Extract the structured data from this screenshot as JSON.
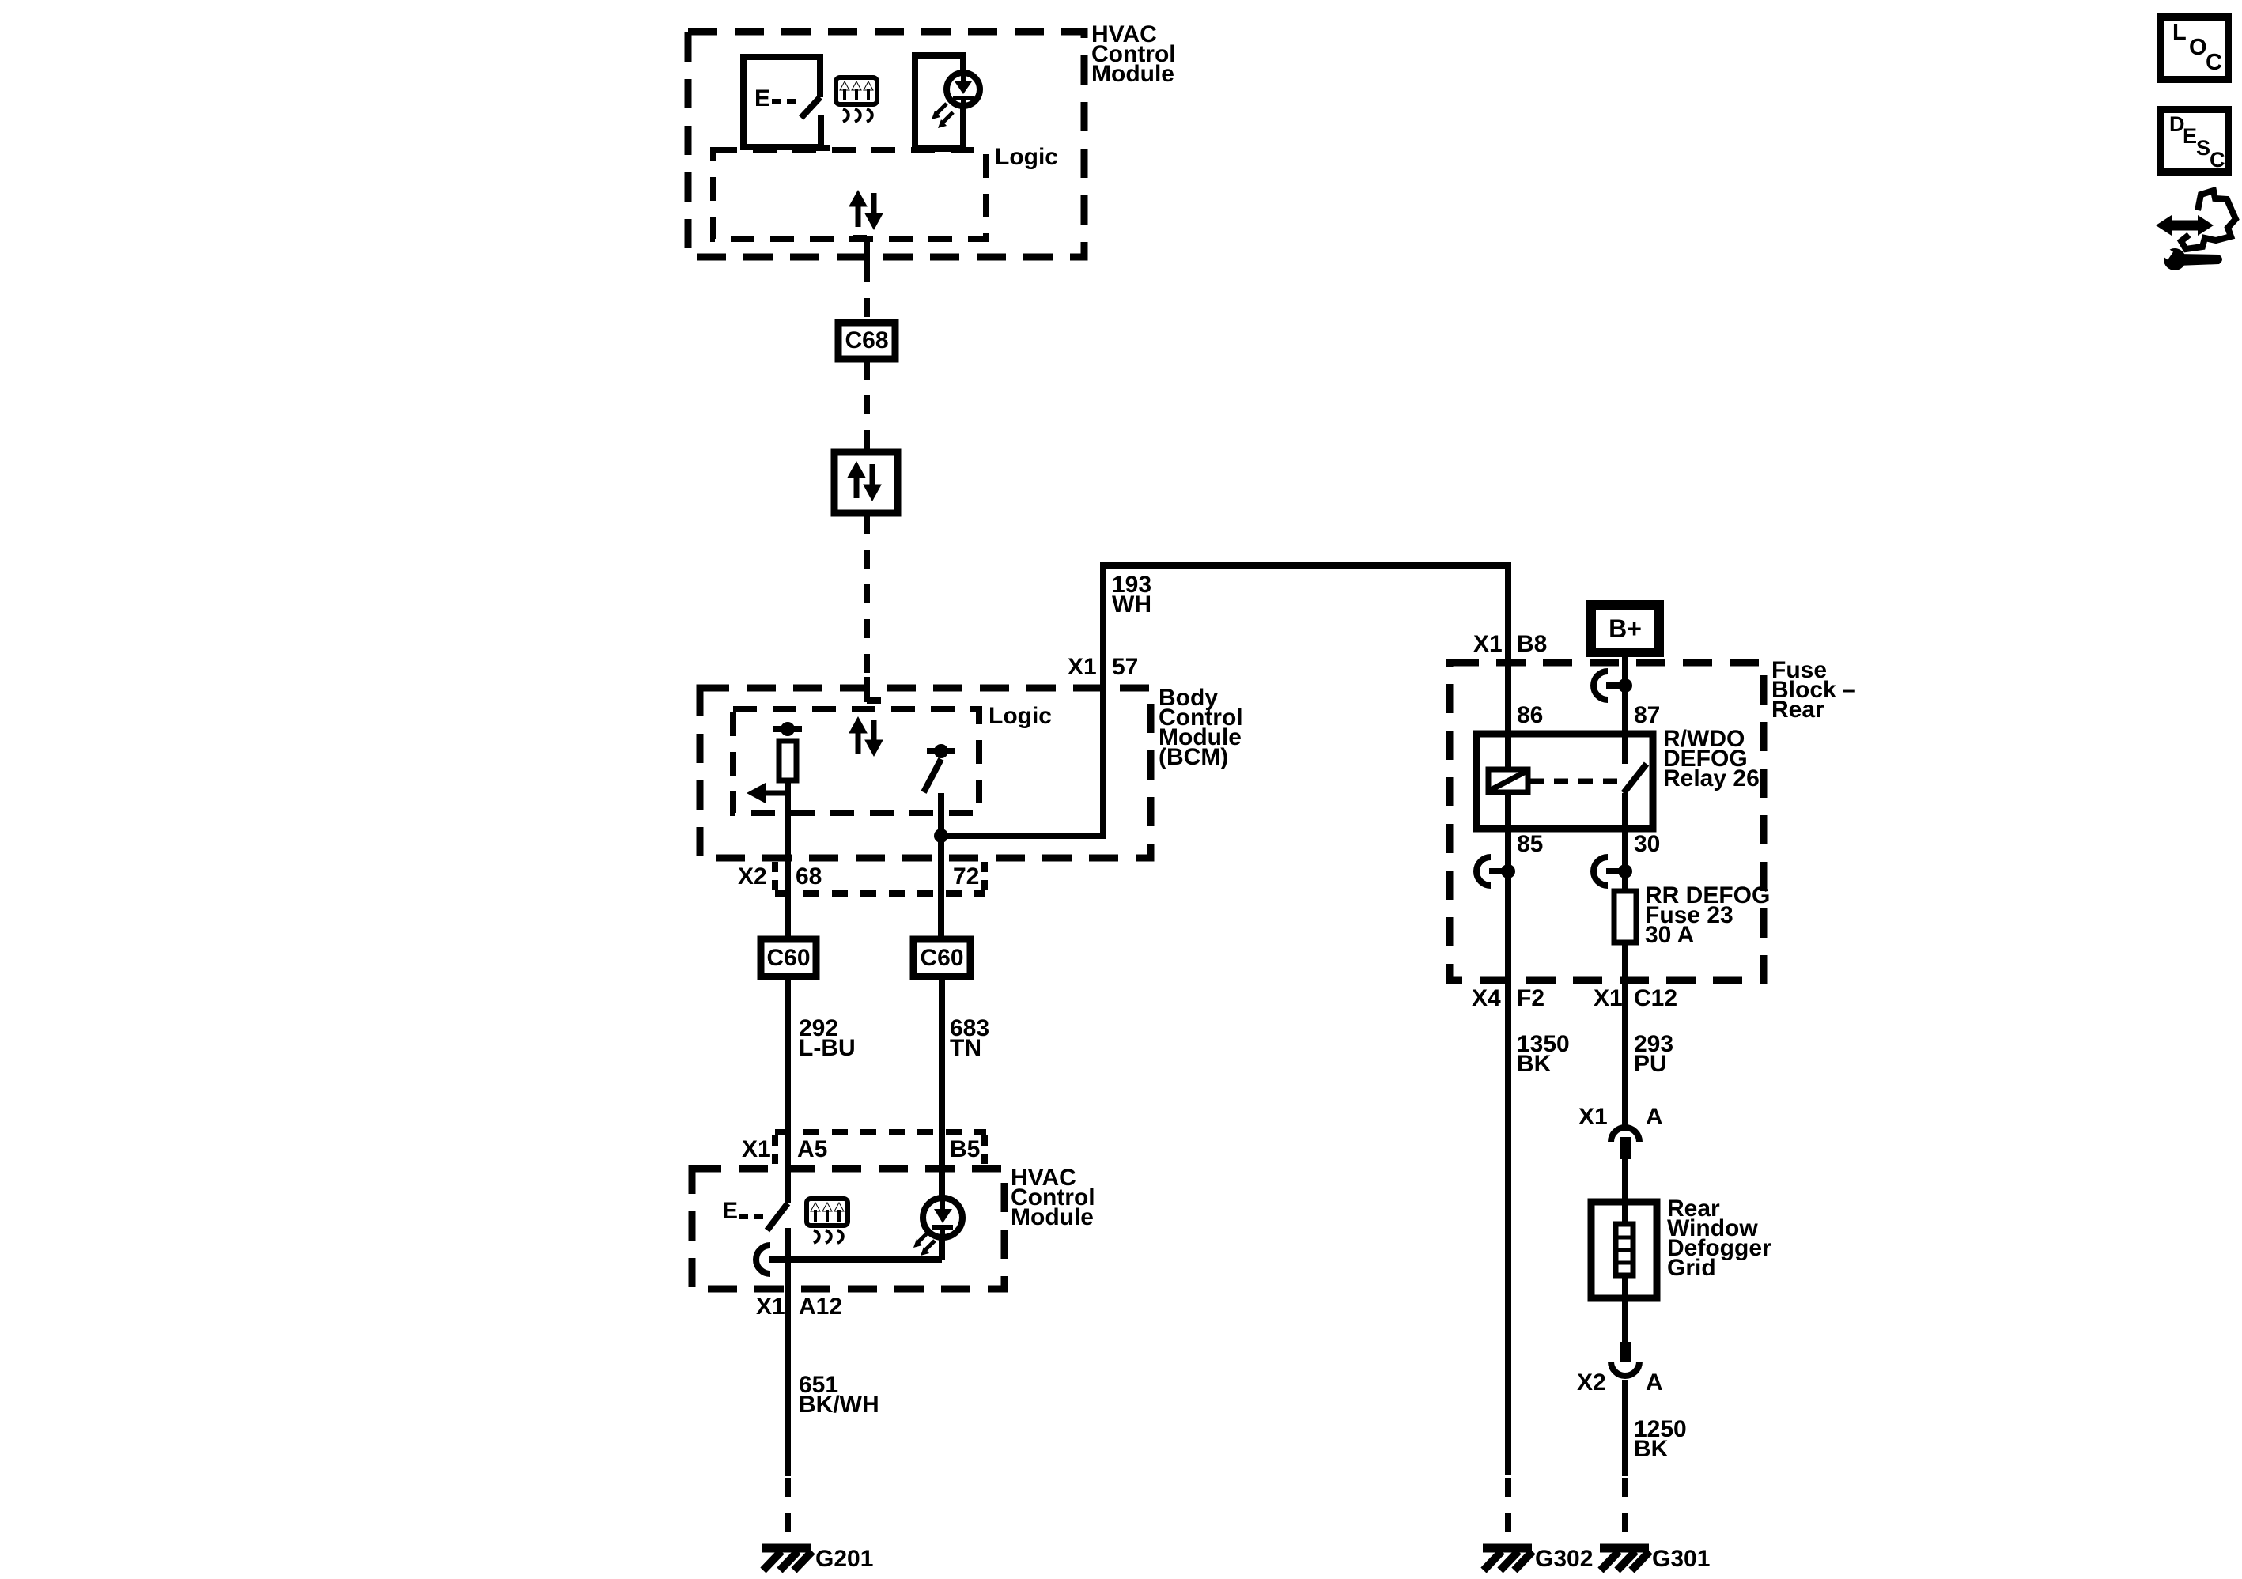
{
  "diagram": {
    "hvac_top": {
      "title": [
        "HVAC",
        "Control",
        "Module"
      ],
      "logic": "Logic",
      "switch_e": "E"
    },
    "serial_connector": "C68",
    "bcm": {
      "title": [
        "Body",
        "Control",
        "Module",
        "(BCM)"
      ],
      "logic": "Logic",
      "pin57": {
        "conn": "X1",
        "pin": "57"
      },
      "pin68": {
        "conn": "X2",
        "pin": "68"
      },
      "pin72": "72"
    },
    "wires": {
      "w193": [
        "193",
        "WH"
      ],
      "w292": [
        "292",
        "L-BU"
      ],
      "w683": [
        "683",
        "TN"
      ],
      "w651": [
        "651",
        "BK/WH"
      ],
      "w1350": [
        "1350",
        "BK"
      ],
      "w293": [
        "293",
        "PU"
      ],
      "w1250": [
        "1250",
        "BK"
      ]
    },
    "c60_left": "C60",
    "c60_right": "C60",
    "hvac_bottom": {
      "title": [
        "HVAC",
        "Control",
        "Module"
      ],
      "switch_e": "E",
      "pinA5": {
        "conn": "X1",
        "pin": "A5"
      },
      "pinB5": "B5",
      "pinA12": {
        "conn": "X1",
        "pin": "A12"
      }
    },
    "fuse_block": {
      "title": [
        "Fuse",
        "Block –",
        "Rear"
      ],
      "battery": "B+",
      "pinB8": {
        "conn": "X1",
        "pin": "B8"
      },
      "relay": {
        "label": [
          "R/WDO",
          "DEFOG",
          "Relay 26"
        ],
        "p86": "86",
        "p87": "87",
        "p85": "85",
        "p30": "30"
      },
      "fuse": [
        "RR DEFOG",
        "Fuse 23",
        "30 A"
      ],
      "pinF2": {
        "conn": "X4",
        "pin": "F2"
      },
      "pinC12": {
        "conn": "X1",
        "pin": "C12"
      }
    },
    "defogger": {
      "title": [
        "Rear",
        "Window",
        "Defogger",
        "Grid"
      ],
      "top": {
        "conn": "X1",
        "pin": "A"
      },
      "bottom": {
        "conn": "X2",
        "pin": "A"
      }
    },
    "grounds": {
      "g201": "G201",
      "g302": "G302",
      "g301": "G301"
    },
    "corner": {
      "loc": [
        "L",
        "O",
        "C"
      ],
      "desc": [
        "D",
        "E",
        "S",
        "C"
      ]
    }
  }
}
